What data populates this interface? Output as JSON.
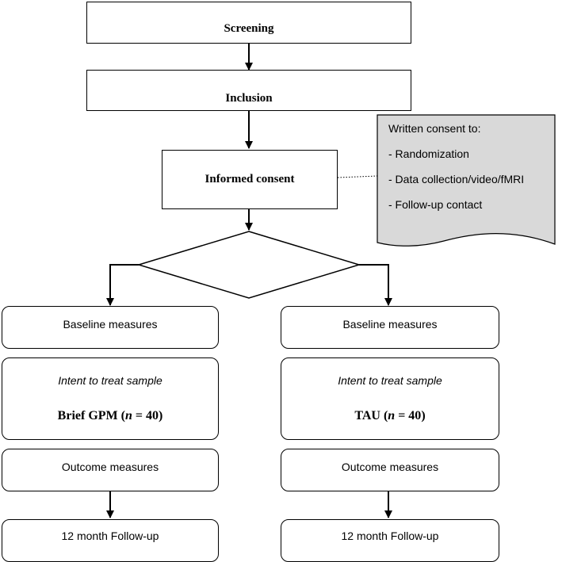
{
  "steps": {
    "screening": "Screening",
    "inclusion": "Inclusion",
    "informed_consent": "Informed consent"
  },
  "consent_note": {
    "heading": "Written consent to:",
    "items": [
      "- Randomization",
      "- Data collection/video/fMRI",
      "- Follow-up contact"
    ]
  },
  "arms": [
    {
      "baseline": "Baseline measures",
      "itt_label": "Intent to treat sample",
      "group_name": "Brief GPM",
      "n_symbol": "n",
      "n_equals": " = 40",
      "outcome": "Outcome measures",
      "followup": "12 month Follow-up"
    },
    {
      "baseline": "Baseline measures",
      "itt_label": "Intent to treat sample",
      "group_name": "TAU",
      "n_symbol": "n",
      "n_equals": " = 40",
      "outcome": "Outcome measures",
      "followup": "12 month Follow-up"
    }
  ],
  "colors": {
    "note_fill": "#d9d9d9",
    "stroke": "#000000"
  }
}
